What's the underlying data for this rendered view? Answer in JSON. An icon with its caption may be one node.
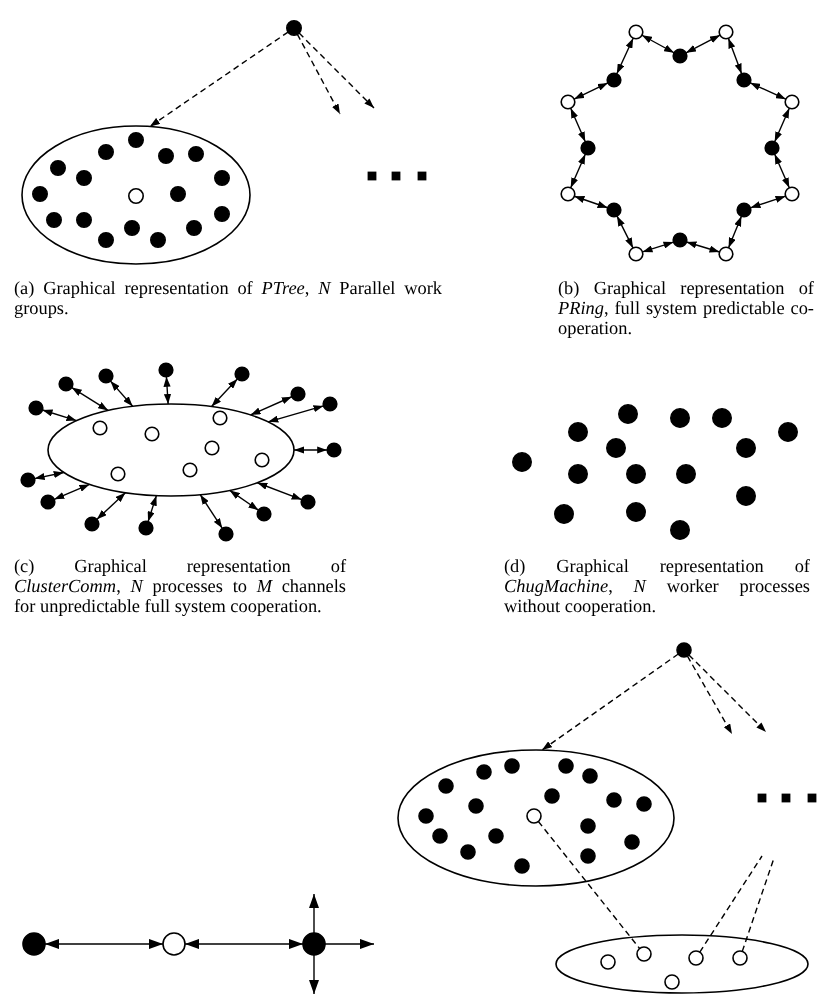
{
  "diagram": {
    "nodes": [
      {
        "text": [],
        "shape": "dot"
      },
      {
        "text": [],
        "shape": "ellipse"
      },
      {
        "text": [],
        "shape": "dot",
        "in": 1
      },
      {
        "text": [],
        "shape": "dot",
        "in": 1
      },
      {
        "text": [],
        "shape": "dot",
        "in": 1
      },
      {
        "text": [],
        "shape": "dot",
        "in": 1
      },
      {
        "text": [],
        "shape": "dot",
        "in": 1
      },
      {
        "text": [],
        "shape": "dot",
        "in": 1
      },
      {
        "text": [],
        "shape": "dot",
        "in": 1
      },
      {
        "text": [],
        "shape": "dot",
        "in": 1
      },
      {
        "text": [],
        "shape": "circle",
        "in": 1
      },
      {
        "text": [],
        "shape": "dot",
        "in": 1
      },
      {
        "text": [],
        "shape": "dot",
        "in": 1
      },
      {
        "text": [],
        "shape": "dot",
        "in": 1
      },
      {
        "text": [],
        "shape": "dot",
        "in": 1
      },
      {
        "text": [],
        "shape": "dot",
        "in": 1
      },
      {
        "text": [],
        "shape": "dot",
        "in": 1
      },
      {
        "text": [],
        "shape": "dot",
        "in": 1
      },
      {
        "text": [],
        "shape": "dot",
        "in": 1
      },
      {
        "text": [],
        "shape": "circle"
      },
      {
        "text": [],
        "shape": "dot"
      },
      {
        "text": [],
        "shape": "circle"
      },
      {
        "text": [],
        "shape": "dot"
      },
      {
        "text": [],
        "shape": "circle"
      },
      {
        "text": [],
        "shape": "dot"
      },
      {
        "text": [],
        "shape": "circle"
      },
      {
        "text": [],
        "shape": "dot"
      },
      {
        "text": [],
        "shape": "circle"
      },
      {
        "text": [],
        "shape": "dot"
      },
      {
        "text": [],
        "shape": "circle"
      },
      {
        "text": [],
        "shape": "dot"
      },
      {
        "text": [],
        "shape": "circle"
      },
      {
        "text": [],
        "shape": "dot"
      },
      {
        "text": [],
        "shape": "circle"
      },
      {
        "text": [],
        "shape": "dot"
      },
      {
        "text": [],
        "shape": "ellipse"
      },
      {
        "text": [],
        "shape": "circle",
        "in": 35
      },
      {
        "text": [],
        "shape": "circle",
        "in": 35
      },
      {
        "text": [],
        "shape": "circle",
        "in": 35
      },
      {
        "text": [],
        "shape": "circle",
        "in": 35
      },
      {
        "text": [],
        "shape": "circle",
        "in": 35
      },
      {
        "text": [],
        "shape": "circle",
        "in": 35
      },
      {
        "text": [],
        "shape": "circle",
        "in": 35
      },
      {
        "text": [],
        "shape": "dot"
      },
      {
        "text": [],
        "shape": "dot"
      },
      {
        "text": [],
        "shape": "dot"
      },
      {
        "text": [],
        "shape": "dot"
      },
      {
        "text": [],
        "shape": "dot"
      },
      {
        "text": [],
        "shape": "dot"
      },
      {
        "text": [],
        "shape": "dot"
      },
      {
        "text": [],
        "shape": "dot"
      },
      {
        "text": [],
        "shape": "dot"
      },
      {
        "text": [],
        "shape": "dot"
      },
      {
        "text": [],
        "shape": "dot"
      },
      {
        "text": [],
        "shape": "dot"
      },
      {
        "text": [],
        "shape": "dot"
      },
      {
        "text": [],
        "shape": "dot"
      },
      {
        "text": [],
        "shape": "dot"
      },
      {
        "text": [],
        "shape": "dot"
      },
      {
        "text": [],
        "shape": "dot"
      },
      {
        "text": [],
        "shape": "dot"
      },
      {
        "text": [],
        "shape": "dot"
      },
      {
        "text": [],
        "shape": "dot"
      },
      {
        "text": [],
        "shape": "dot"
      },
      {
        "text": [],
        "shape": "dot"
      },
      {
        "text": [],
        "shape": "dot"
      },
      {
        "text": [],
        "shape": "dot"
      },
      {
        "text": [],
        "shape": "dot"
      },
      {
        "text": [],
        "shape": "dot"
      },
      {
        "text": [],
        "shape": "dot"
      },
      {
        "text": [],
        "shape": "dot"
      },
      {
        "text": [],
        "shape": "dot"
      },
      {
        "text": [],
        "shape": "dot"
      },
      {
        "text": [],
        "shape": "dot"
      },
      {
        "text": [],
        "shape": "circle"
      },
      {
        "text": [],
        "shape": "dot"
      },
      {
        "text": [],
        "shape": "dot"
      },
      {
        "text": [],
        "shape": "ellipse"
      },
      {
        "text": [],
        "shape": "dot",
        "in": 77
      },
      {
        "text": [],
        "shape": "dot",
        "in": 77
      },
      {
        "text": [],
        "shape": "dot",
        "in": 77
      },
      {
        "text": [],
        "shape": "dot",
        "in": 77
      },
      {
        "text": [],
        "shape": "dot",
        "in": 77
      },
      {
        "text": [],
        "shape": "dot",
        "in": 77
      },
      {
        "text": [],
        "shape": "dot",
        "in": 77
      },
      {
        "text": [],
        "shape": "dot",
        "in": 77
      },
      {
        "text": [],
        "shape": "dot",
        "in": 77
      },
      {
        "text": [],
        "shape": "dot",
        "in": 77
      },
      {
        "text": [],
        "shape": "circle",
        "in": 77
      },
      {
        "text": [],
        "shape": "dot",
        "in": 77
      },
      {
        "text": [],
        "shape": "dot",
        "in": 77
      },
      {
        "text": [],
        "shape": "dot",
        "in": 77
      },
      {
        "text": [],
        "shape": "dot",
        "in": 77
      },
      {
        "text": [],
        "shape": "dot",
        "in": 77
      },
      {
        "text": [],
        "shape": "dot",
        "in": 77
      },
      {
        "text": [],
        "shape": "dot",
        "in": 77
      },
      {
        "text": [],
        "shape": "ellipse"
      },
      {
        "text": [],
        "shape": "circle",
        "in": 96
      },
      {
        "text": [],
        "shape": "circle",
        "in": 96
      },
      {
        "text": [],
        "shape": "circle",
        "in": 96
      },
      {
        "text": [],
        "shape": "circle",
        "in": 96
      },
      {
        "text": [],
        "shape": "circle",
        "in": 96
      }
    ],
    "edges": [
      {
        "from": 0,
        "to": 1,
        "arrow": "to",
        "style": "dashed"
      },
      {
        "from": 0,
        "to": null,
        "arrow": "to",
        "style": "dashed"
      },
      {
        "from": 0,
        "to": null,
        "arrow": "to",
        "style": "dashed"
      },
      {
        "from": 19,
        "to": 20,
        "arrow": "both"
      },
      {
        "from": 20,
        "to": 21,
        "arrow": "both"
      },
      {
        "from": 21,
        "to": 22,
        "arrow": "both"
      },
      {
        "from": 22,
        "to": 23,
        "arrow": "both"
      },
      {
        "from": 23,
        "to": 24,
        "arrow": "both"
      },
      {
        "from": 24,
        "to": 25,
        "arrow": "both"
      },
      {
        "from": 25,
        "to": 26,
        "arrow": "both"
      },
      {
        "from": 26,
        "to": 27,
        "arrow": "both"
      },
      {
        "from": 27,
        "to": 28,
        "arrow": "both"
      },
      {
        "from": 28,
        "to": 29,
        "arrow": "both"
      },
      {
        "from": 29,
        "to": 30,
        "arrow": "both"
      },
      {
        "from": 30,
        "to": 31,
        "arrow": "both"
      },
      {
        "from": 31,
        "to": 32,
        "arrow": "both"
      },
      {
        "from": 32,
        "to": 33,
        "arrow": "both"
      },
      {
        "from": 33,
        "to": 34,
        "arrow": "both"
      },
      {
        "from": 34,
        "to": 19,
        "arrow": "both"
      },
      {
        "from": 43,
        "to": 35,
        "arrow": "both"
      },
      {
        "from": 44,
        "to": 35,
        "arrow": "both"
      },
      {
        "from": 45,
        "to": 35,
        "arrow": "both"
      },
      {
        "from": 46,
        "to": 35,
        "arrow": "both"
      },
      {
        "from": 47,
        "to": 35,
        "arrow": "both"
      },
      {
        "from": 48,
        "to": 35,
        "arrow": "both"
      },
      {
        "from": 49,
        "to": 35,
        "arrow": "both"
      },
      {
        "from": 50,
        "to": 35,
        "arrow": "both"
      },
      {
        "from": 51,
        "to": 35,
        "arrow": "both"
      },
      {
        "from": 52,
        "to": 35,
        "arrow": "both"
      },
      {
        "from": 53,
        "to": 35,
        "arrow": "both"
      },
      {
        "from": 54,
        "to": 35,
        "arrow": "both"
      },
      {
        "from": 55,
        "to": 35,
        "arrow": "both"
      },
      {
        "from": 56,
        "to": 35,
        "arrow": "both"
      },
      {
        "from": 57,
        "to": 35,
        "arrow": "both"
      },
      {
        "from": 73,
        "to": 74,
        "arrow": "both"
      },
      {
        "from": 74,
        "to": 75,
        "arrow": "both"
      },
      {
        "from": 75,
        "to": null,
        "arrow": "to"
      },
      {
        "from": 75,
        "to": null,
        "arrow": "to"
      },
      {
        "from": 75,
        "to": null,
        "arrow": "to"
      },
      {
        "from": 76,
        "to": 77,
        "arrow": "to",
        "style": "dashed"
      },
      {
        "from": 76,
        "to": null,
        "arrow": "to",
        "style": "dashed"
      },
      {
        "from": 76,
        "to": null,
        "arrow": "to",
        "style": "dashed"
      },
      {
        "from": 88,
        "to": 98,
        "arrow": "none",
        "style": "dashed"
      },
      {
        "from": 99,
        "to": null,
        "arrow": "none",
        "style": "dashed"
      },
      {
        "from": 100,
        "to": null,
        "arrow": "none",
        "style": "dashed"
      }
    ],
    "labels": [
      "(a) Graphical representation of *PTree*, *N* Parallel work groups.",
      "(b) Graphical representation of *PRing*, full system predictable co-operation.",
      "(c) Graphical representation of *ClusterComm*, *N* processes to *M* channels for unpredictable full system cooperation.",
      "(d) Graphical representation of *ChugMachine*, *N* worker processes without cooperation."
    ]
  }
}
